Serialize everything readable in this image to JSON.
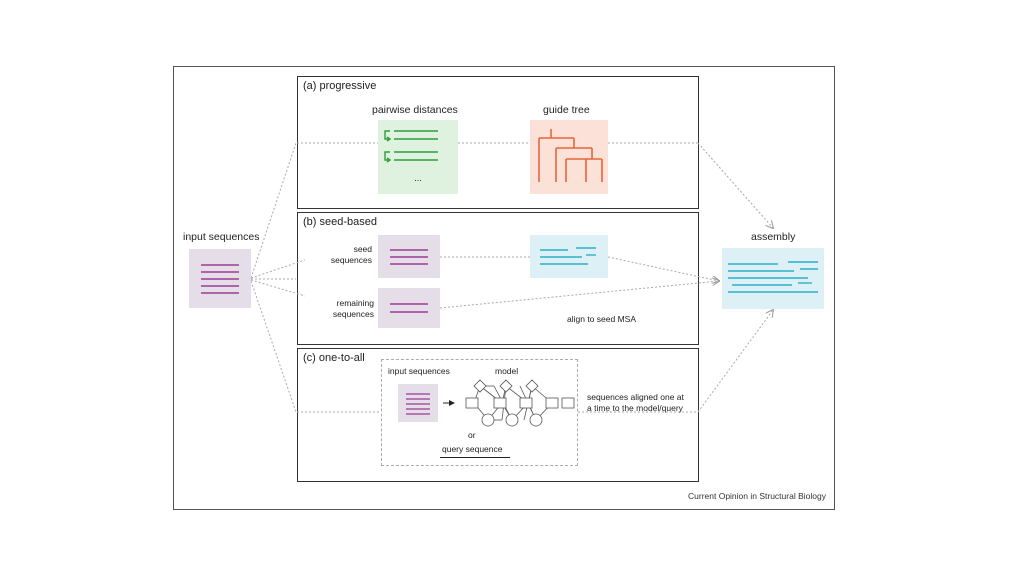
{
  "input": {
    "label": "input sequences"
  },
  "panel_a": {
    "title": "(a) progressive",
    "pairwise_label": "pairwise distances",
    "pairwise_ellipsis": "...",
    "guide_label": "guide tree"
  },
  "panel_b": {
    "title": "(b) seed-based",
    "seed_label_1": "seed",
    "seed_label_2": "sequences",
    "remaining_label_1": "remaining",
    "remaining_label_2": "sequences",
    "align_label": "align to seed MSA"
  },
  "panel_c": {
    "title": "(c) one-to-all",
    "input_label": "input sequences",
    "model_label": "model",
    "or_label": "or",
    "query_label": "query sequence",
    "aligned_label_1": "sequences aligned one at",
    "aligned_label_2": "a time to the model/query"
  },
  "assembly": {
    "label": "assembly"
  },
  "footer": {
    "credit": "Current Opinion in Structural Biology"
  },
  "colors": {
    "purple": "#9b3c93",
    "purple_bg": "#e5dde8",
    "green": "#2e9e3e",
    "green_bg": "#dff1df",
    "orange": "#e5673a",
    "orange_bg": "#fbe1d8",
    "cyan": "#2bb0c8",
    "cyan_bg": "#dcf0f6"
  }
}
